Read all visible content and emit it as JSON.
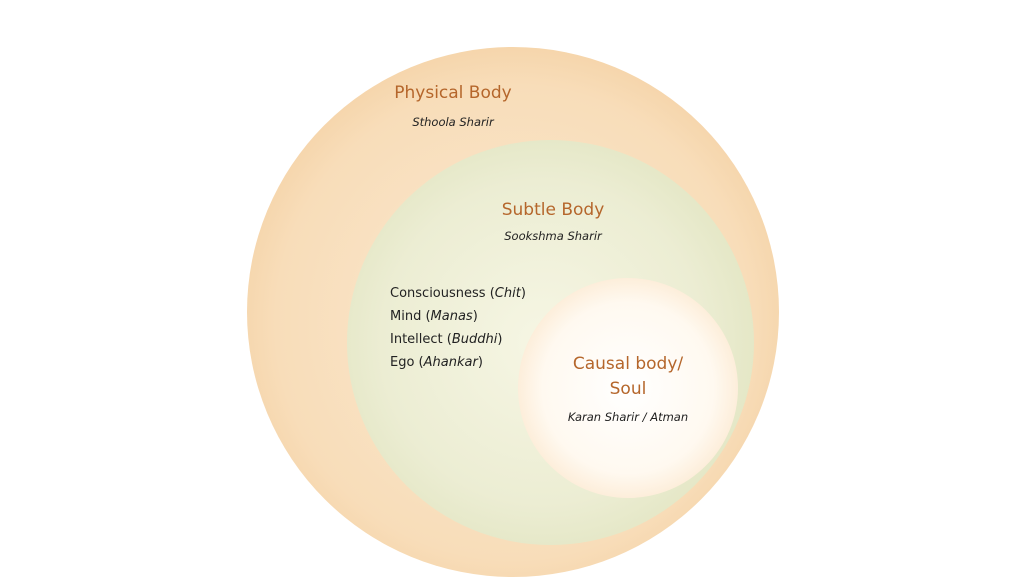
{
  "layers": {
    "physical": {
      "title": "Physical Body",
      "subtitle": "Sthoola Sharir"
    },
    "subtle": {
      "title": "Subtle Body",
      "subtitle": "Sookshma Sharir"
    },
    "causal": {
      "title_line1": "Causal body/",
      "title_line2": "Soul",
      "subtitle": "Karan Sharir / Atman"
    }
  },
  "subtle_components": [
    {
      "label": "Consciousness",
      "term": "Chit"
    },
    {
      "label": "Mind",
      "term": "Manas"
    },
    {
      "label": "Intellect",
      "term": "Buddhi"
    },
    {
      "label": "Ego",
      "term": "Ahankar"
    }
  ],
  "colors": {
    "title": "#b5662b",
    "outer_circle": "#f8ddb9",
    "middle_circle": "#e6e8c8",
    "inner_circle": "#fff9f0"
  }
}
